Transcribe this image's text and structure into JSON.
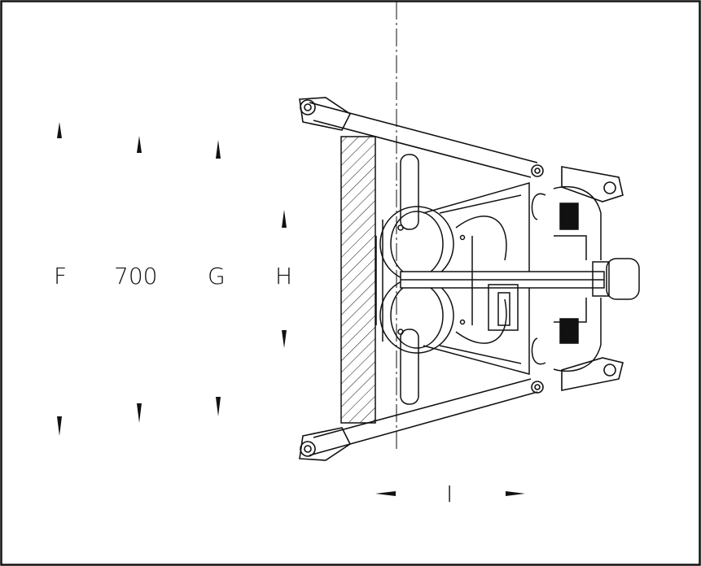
{
  "labels": {
    "f": "F",
    "dim_700": "700",
    "g": "G",
    "h": "H",
    "i": "I"
  },
  "colors": {
    "line": "#111111",
    "background": "#ffffff"
  }
}
